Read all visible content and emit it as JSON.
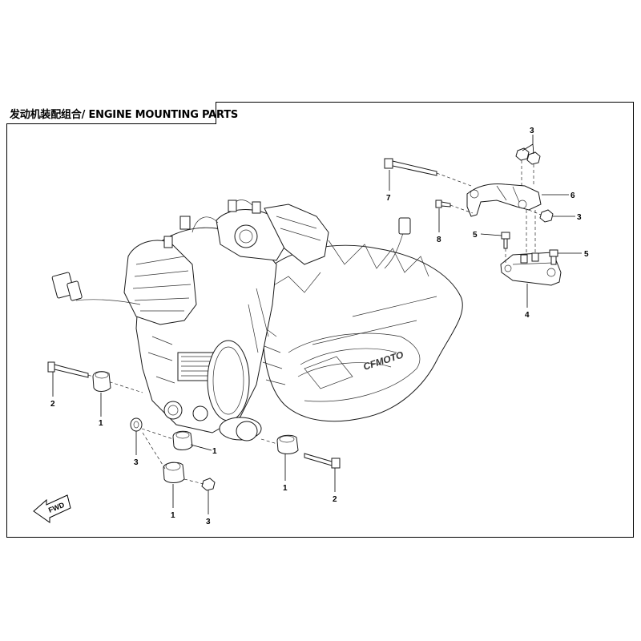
{
  "title": "发动机装配组合/ ENGINE MOUNTING PARTS",
  "fwd_label": "FWD",
  "brand_mark": "CFMOTO",
  "callouts": [
    {
      "id": "c-3-top",
      "label": "3"
    },
    {
      "id": "c-6",
      "label": "6"
    },
    {
      "id": "c-3-right",
      "label": "3"
    },
    {
      "id": "c-7",
      "label": "7"
    },
    {
      "id": "c-8",
      "label": "8"
    },
    {
      "id": "c-5-left",
      "label": "5"
    },
    {
      "id": "c-5-right",
      "label": "5"
    },
    {
      "id": "c-4",
      "label": "4"
    },
    {
      "id": "c-2-left",
      "label": "2"
    },
    {
      "id": "c-1-left",
      "label": "1"
    },
    {
      "id": "c-1-mid",
      "label": "1"
    },
    {
      "id": "c-3-left",
      "label": "3"
    },
    {
      "id": "c-1-right",
      "label": "1"
    },
    {
      "id": "c-2-right",
      "label": "2"
    },
    {
      "id": "c-1-bottom",
      "label": "1"
    },
    {
      "id": "c-3-bottom",
      "label": "3"
    }
  ]
}
